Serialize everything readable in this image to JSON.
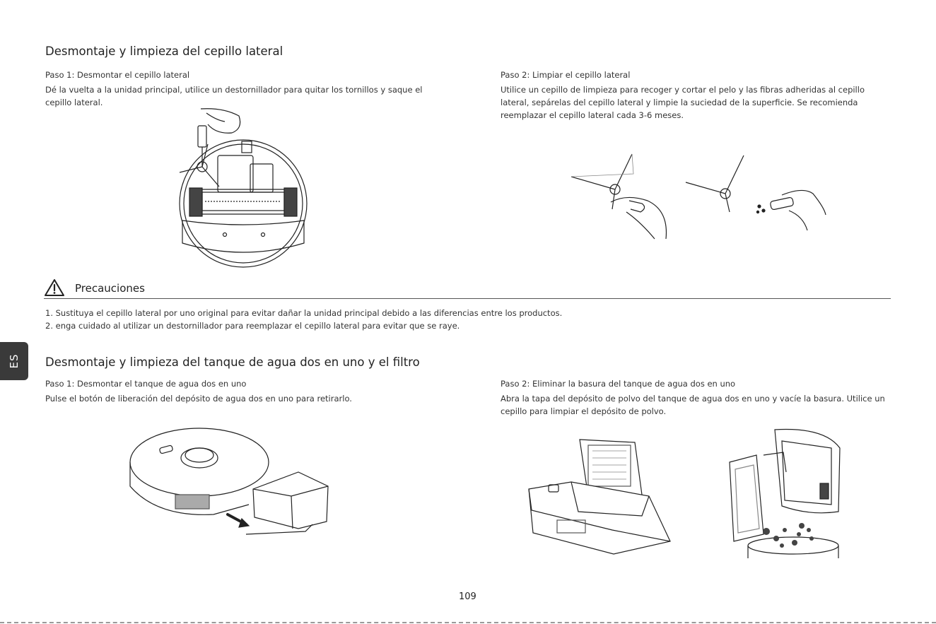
{
  "language_tab": "ES",
  "section1": {
    "title": "Desmontaje y limpieza del cepillo lateral",
    "step1": {
      "label": "Paso 1: Desmontar el cepillo lateral",
      "text": "Dé la vuelta a la unidad principal, utilice un destornillador para quitar los tornillos y saque el cepillo lateral."
    },
    "step2": {
      "label": "Paso 2: Limpiar el cepillo lateral",
      "text": "Utilice un cepillo de limpieza para recoger y cortar el pelo y las fibras adheridas al cepillo lateral, sepárelas del cepillo lateral y limpie la suciedad de la superficie. Se recomienda reemplazar el cepillo lateral cada 3-6 meses."
    }
  },
  "cautions": {
    "title": "Precauciones",
    "items": [
      "1. Sustituya el cepillo lateral por uno original para evitar dañar la unidad principal debido a las diferencias entre los productos.",
      "2. enga cuidado al utilizar un destornillador para reemplazar el cepillo lateral para evitar que se raye."
    ]
  },
  "section2": {
    "title": "Desmontaje y limpieza del tanque de agua dos en uno y el filtro",
    "step1": {
      "label": "Paso 1: Desmontar el tanque de agua dos en uno",
      "text": "Pulse el botón de liberación del depósito de agua dos en uno para retirarlo."
    },
    "step2": {
      "label": "Paso 2: Eliminar la basura del tanque de agua dos en uno",
      "text": "Abra la tapa del depósito de polvo del tanque de agua dos en uno y vacíe la basura. Utilice un cepillo para limpiar el depósito de polvo."
    }
  },
  "page_number": "109",
  "icons": {
    "caution": "warning-triangle-icon"
  },
  "colors": {
    "text": "#2a2a2a",
    "tab_bg": "#3a3a3a",
    "rule": "#555555",
    "line_art": "#222222"
  }
}
